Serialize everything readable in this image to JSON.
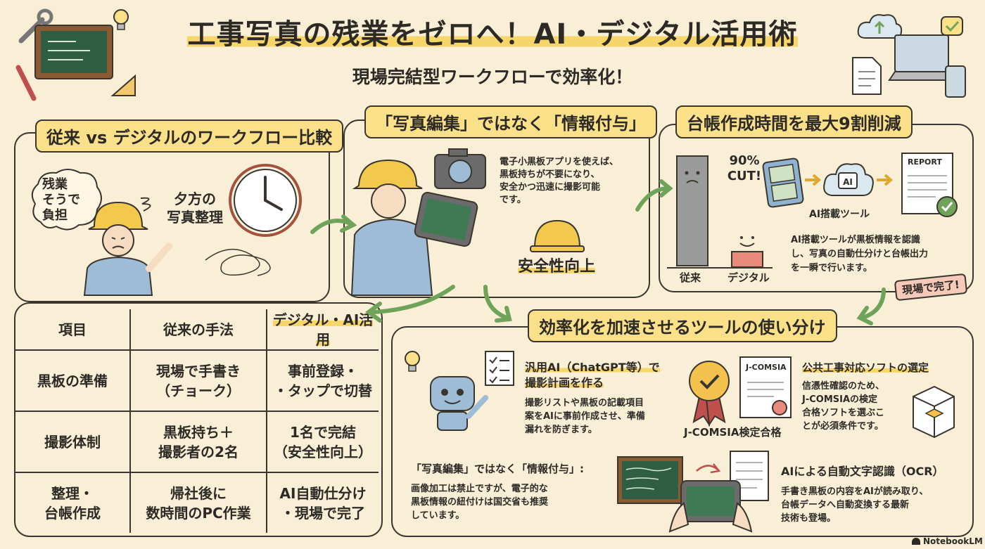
{
  "header": {
    "title": "工事写真の残業をゼロへ！AI・デジタル活用術",
    "subtitle": "現場完結型ワークフローで効率化！"
  },
  "panel_compare": {
    "tag": "従来 vs デジタルのワークフロー比較",
    "bubble": "残業\nそうで\n負担",
    "evening_label": "夕方の\n写真整理",
    "table": {
      "headers": [
        "項目",
        "従来の手法",
        "デジタル・AI活用"
      ],
      "rows": [
        [
          "黒板の準備",
          "現場で手書き\n（チョーク）",
          "事前登録・\n・タップで切替"
        ],
        [
          "撮影体制",
          "黒板持ち＋\n撮影者の2名",
          "1名で完結\n（安全性向上）"
        ],
        [
          "整理・\n台帳作成",
          "帰社後に\n数時間のPC作業",
          "AI自動仕分け\n・現場で完了"
        ]
      ]
    }
  },
  "panel_info": {
    "tag": "「写真編集」ではなく「情報付与」",
    "description": "電子小黒板アプリを使えば、\n黒板持ちが不要になり、\n安全かつ迅速に撮影可能\nです。",
    "safety_label": "安全性向上"
  },
  "panel_reduce": {
    "tag": "台帳作成時間を最大9割削減",
    "cut_label": "90%\nCUT!",
    "bar_labels": [
      "従来",
      "デジタル"
    ],
    "chip_label": "AI",
    "report_label": "REPORT",
    "tool_label": "AI搭載ツール",
    "description": "AI搭載ツールが黒板情報を認識\nし、写真の自動仕分けと台帳出力\nを一瞬で行います。",
    "done_badge": "現場で完了!"
  },
  "panel_tools": {
    "tag": "効率化を加速させるツールの使い分け",
    "genai_title": "汎用AI（ChatGPT等）で\n撮影計画を作る",
    "genai_desc": "撮影リストや黒板の記載項目\n案をAIに事前作成させ、準備\n漏れを防ぎます。",
    "jcomsia_doc": "J-COMSIA",
    "jcomsia_label": "J-COMSIA検定合格",
    "public_title": "公共工事対応ソフトの選定",
    "public_desc": "信憑性確認のため、\nJ-COMSIAの検定\n合格ソフトを選ぶこ\nとが必須条件です。",
    "info_title": "「写真編集」ではなく「情報付与」:",
    "info_desc": "画像加工は禁止ですが、電子的な\n黒板情報の紐付けは国交省も推奨\nしています。",
    "ocr_title": "AIによる自動文字認識（OCR）",
    "ocr_desc": "手書き黒板の内容をAIが読み取り、\n台帳データへ自動変換する最新\n技術も登場。"
  },
  "footer": {
    "brand": "NotebookLM"
  },
  "colors": {
    "accent": "#fbe08a",
    "arrow": "#6fa35a",
    "background": "#f8efd6",
    "ink": "#3a352e"
  }
}
